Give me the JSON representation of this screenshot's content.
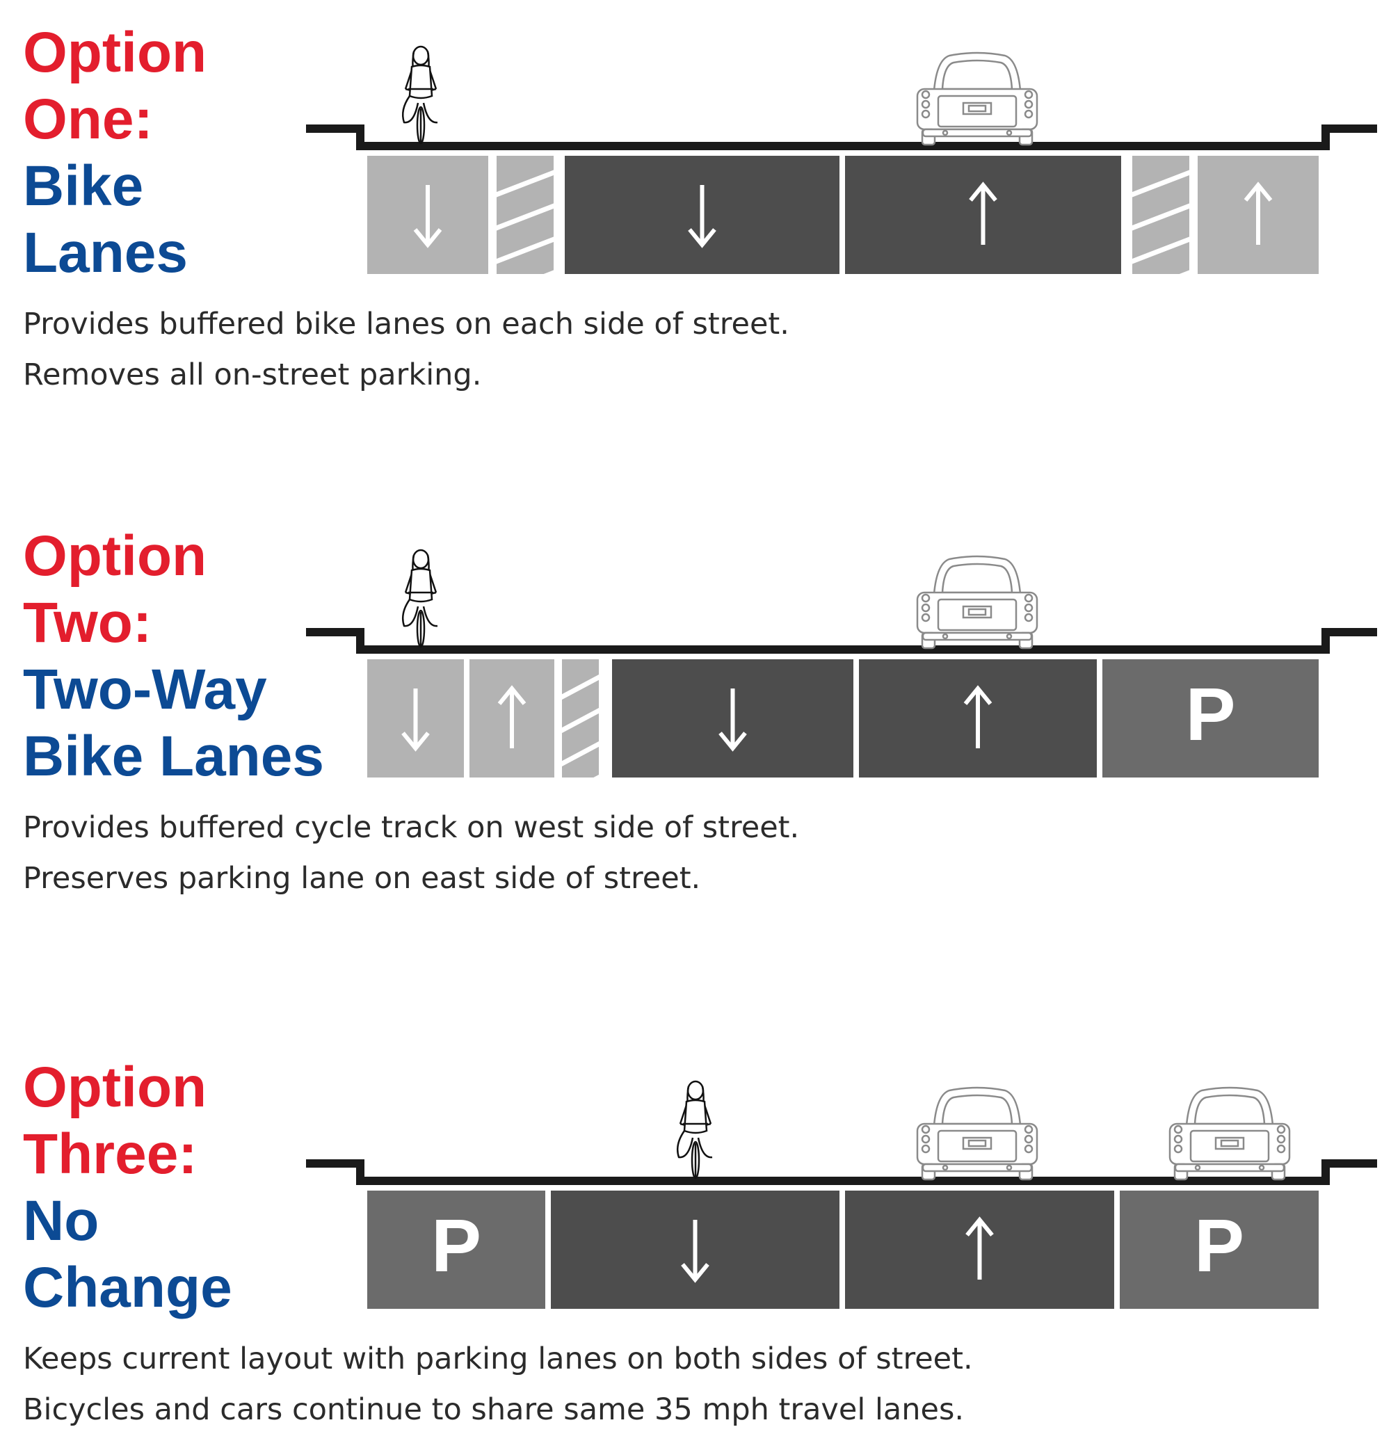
{
  "colors": {
    "red": "#e31e2d",
    "blue": "#0c4a94",
    "bike_lane": "#b3b3b3",
    "travel_lane": "#4d4d4d",
    "parking_lane": "#6b6b6b",
    "curb": "#1a1a1a"
  },
  "options": [
    {
      "title_red": [
        "Option",
        "One:"
      ],
      "title_blue": [
        "Bike",
        "Lanes"
      ],
      "desc": [
        "Provides buffered bike lanes on each side of street.",
        "Removes all on-street parking."
      ],
      "lanes": [
        {
          "type": "bike",
          "arrow": "down-arrow-icon"
        },
        {
          "type": "buffer"
        },
        {
          "type": "travel",
          "arrow": "down-arrow-icon"
        },
        {
          "type": "travel",
          "arrow": "up-arrow-icon"
        },
        {
          "type": "buffer"
        },
        {
          "type": "bike",
          "arrow": "up-arrow-icon"
        }
      ]
    },
    {
      "title_red": [
        "Option",
        "Two:"
      ],
      "title_blue": [
        "Two-Way",
        "Bike Lanes"
      ],
      "desc": [
        "Provides buffered cycle track on west side of street.",
        "Preserves parking lane on east side of street."
      ],
      "lanes": [
        {
          "type": "bike",
          "arrow": "down-arrow-icon"
        },
        {
          "type": "bike",
          "arrow": "up-arrow-icon"
        },
        {
          "type": "buffer"
        },
        {
          "type": "travel",
          "arrow": "down-arrow-icon"
        },
        {
          "type": "travel",
          "arrow": "up-arrow-icon"
        },
        {
          "type": "parking",
          "label": "P"
        }
      ]
    },
    {
      "title_red": [
        "Option",
        "Three:"
      ],
      "title_blue": [
        "No",
        "Change"
      ],
      "desc": [
        "Keeps current layout with parking lanes on both sides of street.",
        "Bicycles and cars continue to share same 35 mph travel lanes."
      ],
      "lanes": [
        {
          "type": "parking",
          "label": "P"
        },
        {
          "type": "travel",
          "arrow": "down-arrow-icon"
        },
        {
          "type": "travel",
          "arrow": "up-arrow-icon"
        },
        {
          "type": "parking",
          "label": "P"
        }
      ]
    }
  ]
}
